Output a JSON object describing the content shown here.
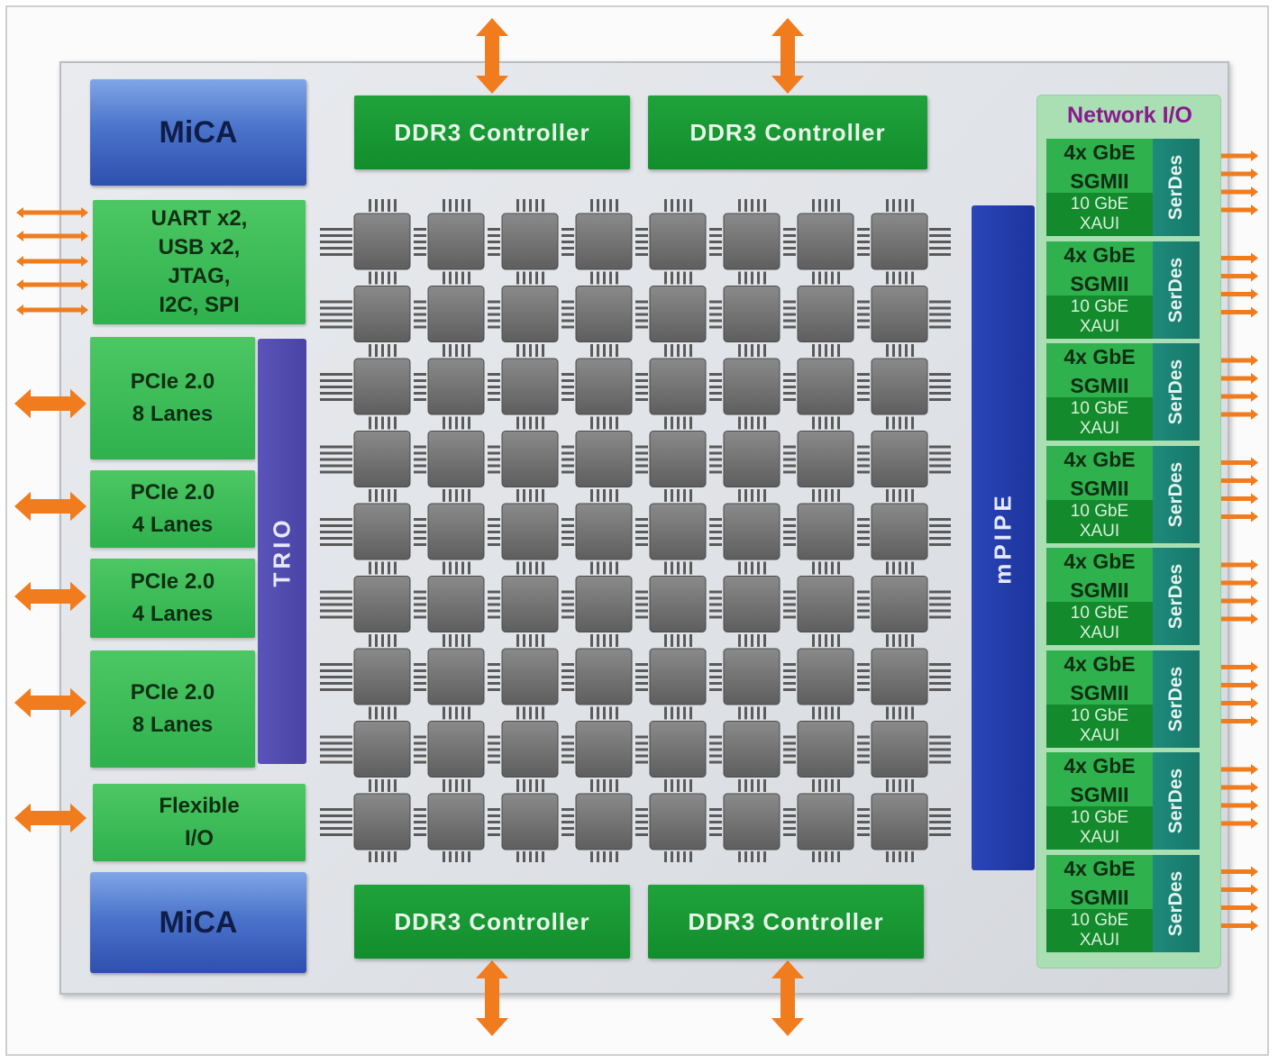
{
  "left_column": {
    "mica_top": "MiCA",
    "uart": [
      "UART x2,",
      "USB x2,",
      "JTAG,",
      "I2C, SPI"
    ],
    "pcie": [
      [
        "PCIe 2.0",
        "8 Lanes"
      ],
      [
        "PCIe 2.0",
        "4 Lanes"
      ],
      [
        "PCIe 2.0",
        "4 Lanes"
      ],
      [
        "PCIe 2.0",
        "8 Lanes"
      ]
    ],
    "flexible_io": [
      "Flexible",
      "I/O"
    ],
    "mica_bottom": "MiCA",
    "trio": "TRIO"
  },
  "memory": {
    "top": [
      "DDR3 Controller",
      "DDR3 Controller"
    ],
    "bottom": [
      "DDR3 Controller",
      "DDR3 Controller"
    ]
  },
  "mesh": {
    "rows": 9,
    "cols": 8
  },
  "mpipe": "mPIPE",
  "network_io": {
    "title": "Network I/O",
    "ports": [
      {
        "gbe": "4x GbE",
        "sgmii": "SGMII",
        "xaui": [
          "10 GbE",
          "XAUI"
        ],
        "serdes": "SerDes"
      },
      {
        "gbe": "4x GbE",
        "sgmii": "SGMII",
        "xaui": [
          "10 GbE",
          "XAUI"
        ],
        "serdes": "SerDes"
      },
      {
        "gbe": "4x GbE",
        "sgmii": "SGMII",
        "xaui": [
          "10 GbE",
          "XAUI"
        ],
        "serdes": "SerDes"
      },
      {
        "gbe": "4x GbE",
        "sgmii": "SGMII",
        "xaui": [
          "10 GbE",
          "XAUI"
        ],
        "serdes": "SerDes"
      },
      {
        "gbe": "4x GbE",
        "sgmii": "SGMII",
        "xaui": [
          "10 GbE",
          "XAUI"
        ],
        "serdes": "SerDes"
      },
      {
        "gbe": "4x GbE",
        "sgmii": "SGMII",
        "xaui": [
          "10 GbE",
          "XAUI"
        ],
        "serdes": "SerDes"
      },
      {
        "gbe": "4x GbE",
        "sgmii": "SGMII",
        "xaui": [
          "10 GbE",
          "XAUI"
        ],
        "serdes": "SerDes"
      },
      {
        "gbe": "4x GbE",
        "sgmii": "SGMII",
        "xaui": [
          "10 GbE",
          "XAUI"
        ],
        "serdes": "SerDes"
      }
    ]
  },
  "colors": {
    "arrow": "#f07c1e",
    "tile": "#6e6e6e",
    "pin": "#5a5a5a"
  }
}
